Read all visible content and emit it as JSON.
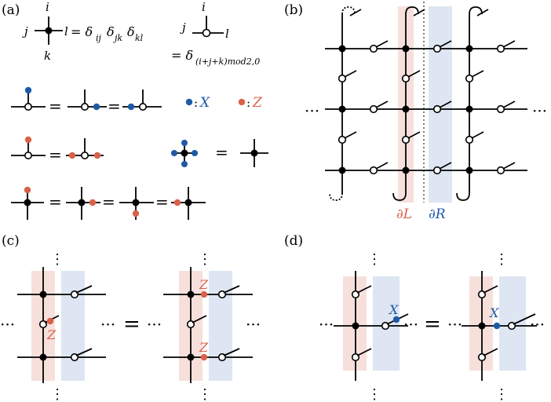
{
  "panel_labels": {
    "a": "(a)",
    "b": "(b)",
    "c": "(c)",
    "d": "(d)"
  },
  "tensor_legs": {
    "top": "i",
    "left": "j",
    "bottom": "k",
    "right": "l"
  },
  "formulas": {
    "black_delta": "= δ",
    "black_subs": "ij",
    "black_mid": "δ",
    "black_subs2": "jk",
    "black_mid2": "δ",
    "black_subs3": "kl",
    "white_delta": "= δ",
    "white_sub": "(i+j+k)mod2,0"
  },
  "equals": "=",
  "ellipsis": "···",
  "vdots": "⋮",
  "legend": {
    "x_label": "X",
    "z_label": "Z",
    "sep": ":"
  },
  "boundary_labels": {
    "left": "∂L",
    "right": "∂R"
  },
  "op_labels": {
    "x": "X",
    "z": "Z"
  },
  "colors": {
    "x_dot": "#1f5aa6",
    "z_dot": "#d9614a",
    "left_band": "#f7e0dc",
    "right_band": "#dde6f2",
    "line": "#000000"
  }
}
